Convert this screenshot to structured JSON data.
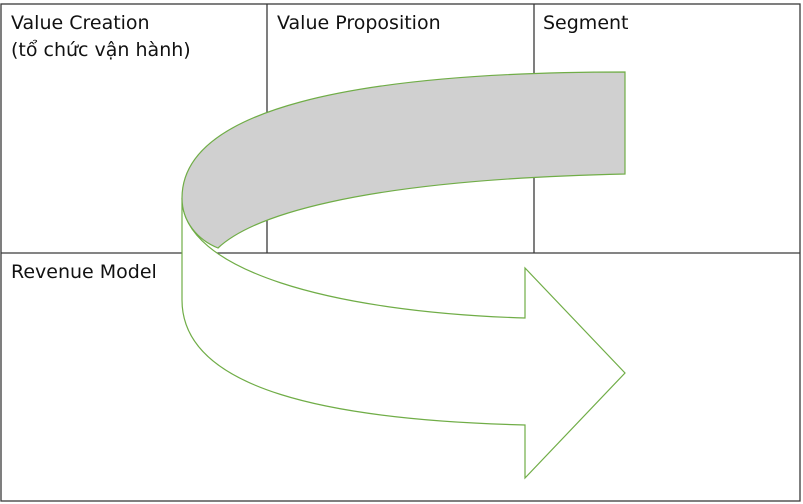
{
  "canvas": {
    "cells": [
      {
        "id": "value-creation",
        "lines": [
          "Value Creation",
          "(tổ chức vận hành)"
        ]
      },
      {
        "id": "value-proposition",
        "lines": [
          "Value Proposition"
        ]
      },
      {
        "id": "segment",
        "lines": [
          "Segment"
        ]
      },
      {
        "id": "revenue-model",
        "lines": [
          "Revenue Model"
        ]
      }
    ]
  },
  "colors": {
    "grid_line": "#3a3a3a",
    "arrow_outline": "#70ad47",
    "arrow_top_fill": "#d0d0d0",
    "arrow_bottom_fill": "#ffffff"
  }
}
